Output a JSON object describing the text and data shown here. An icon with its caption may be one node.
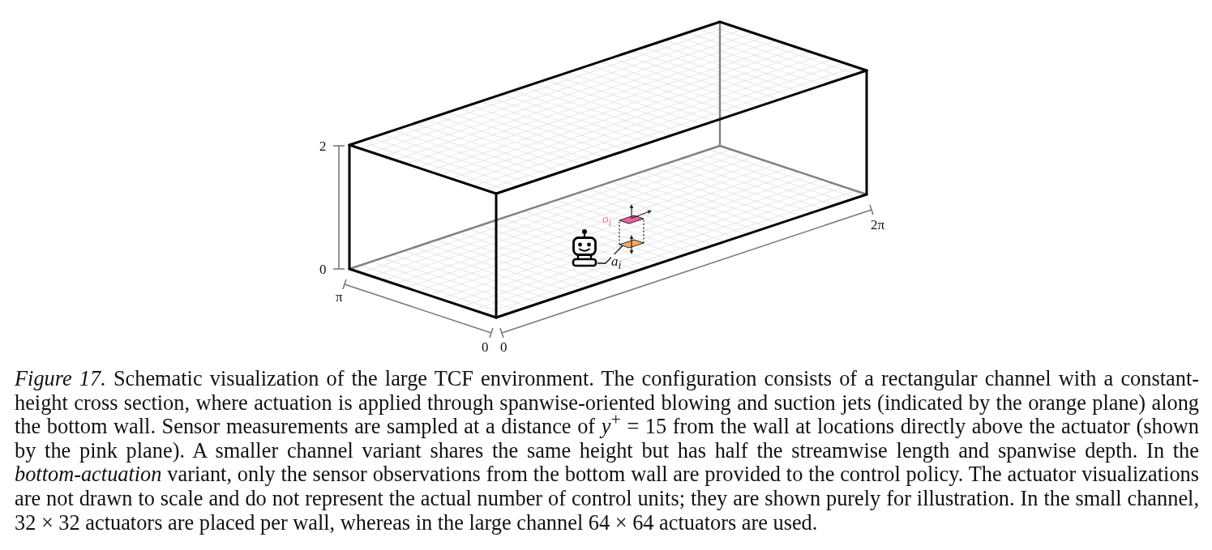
{
  "diagram": {
    "caption": "*Figure 17.* Schematic visualization of the large TCF environment. The configuration consists of a rectangular channel with a constant-height cross section, where actuation is applied through spanwise-oriented blowing and suction jets (indicated by the orange plane) along the bottom wall. Sensor measurements are sampled at a distance of *y*$^{+}$ = 15 from the wall at locations directly above the actuator (shown by the pink plane). A smaller channel variant shares the same height but has half the streamwise length and spanwise depth. In the *bottom-actuation* variant, only the sensor observations from the bottom wall are provided to the control policy. The actuator visualizations are not drawn to scale and do not represent the actual number of control units; they are shown purely for illustration. In the small channel, 32 × 32 actuators are placed per wall, whereas in the large channel 64 × 64 actuators are used.",
    "nodes": [
      {
        "text": [],
        "shape": "picture"
      },
      {
        "text": [],
        "shape": "diamond"
      },
      {
        "text": [],
        "shape": "diamond",
        "beside": [
          "o$_{i}$"
        ]
      }
    ],
    "edges": [
      {
        "from": 0,
        "to": 1,
        "arrow": "none",
        "label": "a$_{i}$"
      },
      {
        "from": 1,
        "to": 2,
        "arrow": "none",
        "style": "dashed"
      },
      {
        "from": 1,
        "to": 2,
        "arrow": "none",
        "style": "dashed"
      }
    ],
    "labels": [
      "2",
      "2π",
      "0",
      "π",
      "0",
      "0"
    ]
  }
}
